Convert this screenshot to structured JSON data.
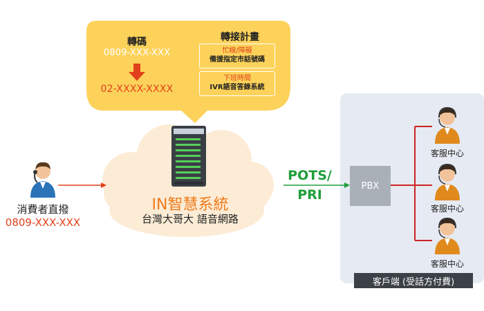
{
  "bubble": {
    "transcode_title": "轉碼",
    "transcode_from": "0809-XXX-XXX",
    "transcode_to": "02-XXXX-XXXX",
    "plan_title": "轉接計畫",
    "plan_items": [
      {
        "condition": "忙線/障礙",
        "action": "備援指定市話號碼"
      },
      {
        "condition": "下班時間",
        "action": "IVR語音答錄系統"
      }
    ]
  },
  "system": {
    "title": "IN智慧系統",
    "subtitle": "台灣大哥大  語音網路"
  },
  "consumer": {
    "label": "消費者直撥",
    "number": "0809-XXX-XXX"
  },
  "link": {
    "line1": "POTS/",
    "line2": "PRI"
  },
  "customer": {
    "pbx_label": "PBX",
    "agents": [
      "客服中心",
      "客服中心",
      "客服中心"
    ],
    "footer": "客戶端 (受話方付費)"
  },
  "colors": {
    "bubble": "#fcd25a",
    "accent_red": "#e2401a",
    "system_orange": "#f07a1a",
    "pots_green": "#1e9e3a",
    "panel": "#e6eaf2",
    "pbx": "#aab0b8",
    "agent_line": "#cc2222"
  },
  "icons": [
    "person-headset-icon",
    "server-rack-icon",
    "down-arrow-icon",
    "cloud-icon"
  ]
}
